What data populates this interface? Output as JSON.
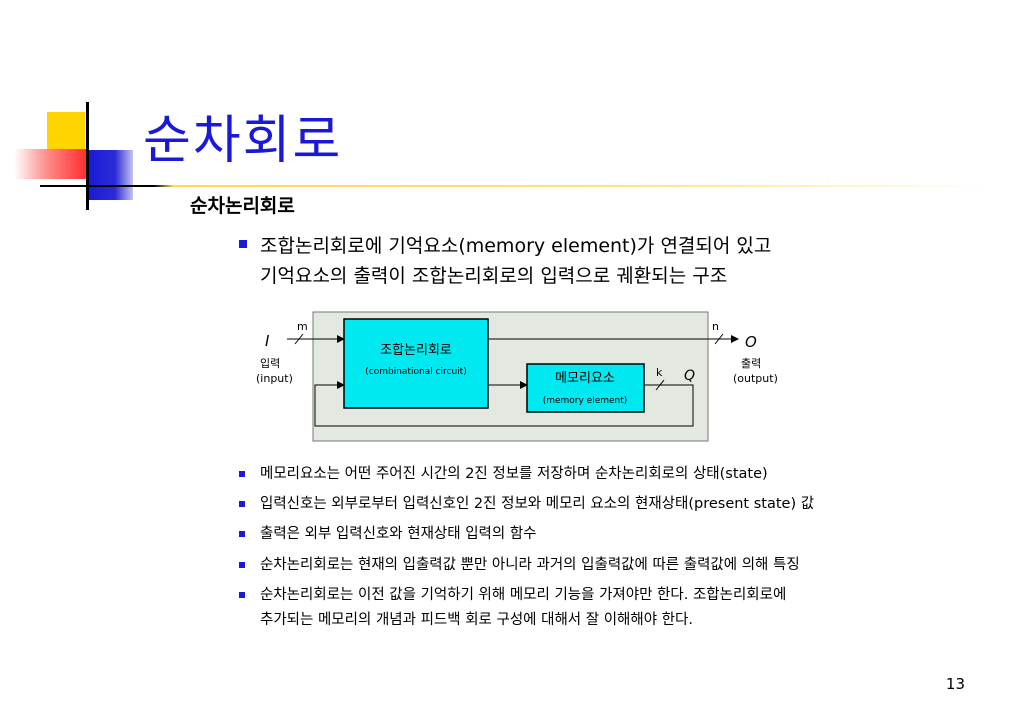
{
  "slide": {
    "title": "순차회로",
    "subtitle": "순차논리회로",
    "main_bullet": [
      "조합논리회로에 기억요소(memory element)가 연결되어 있고",
      "기억요소의 출력이 조합논리회로의 입력으로 궤환되는 구조"
    ],
    "bullets": [
      "메모리요소는 어떤 주어진 시간의 2진 정보를 저장하며 순차논리회로의 상태(state)",
      "입력신호는 외부로부터 입력신호인 2진 정보와 메모리 요소의 현재상태(present state) 값",
      "출력은 외부 입력신호와 현재상태 입력의 함수",
      "순차논리회로는 현재의 입출력값 뿐만 아니라 과거의 입출력값에 따른 출력값에 의해 특징",
      "순차논리회로는 이전 값을 기억하기 위해 메모리 기능을 가져야만 한다. 조합논리회로에",
      "추가되는 메모리의 개념과 피드백 회로 구성에 대해서 잘 이해해야 한다."
    ],
    "page_number": "13"
  },
  "diagram": {
    "input_symbol": "I",
    "input_label": "입력",
    "input_label_en": "(input)",
    "m_label": "m",
    "n_label": "n",
    "k_label": "k",
    "output_symbol": "O",
    "output_label": "출력",
    "output_label_en": "(output)",
    "q_label": "Q",
    "comb_title": "조합논리회로",
    "comb_sub": "(combinational circuit)",
    "mem_title": "메모리요소",
    "mem_sub": "(memory element)"
  },
  "colors": {
    "title_blue": "#1a1ad6",
    "bullet_blue": "#1a1ad6",
    "box_cyan": "#00e8f0",
    "panel_bg": "#e3e8e0",
    "logo_yellow": "#ffd500",
    "logo_red": "#ff2a2a",
    "logo_blue": "#1a1ad6"
  }
}
